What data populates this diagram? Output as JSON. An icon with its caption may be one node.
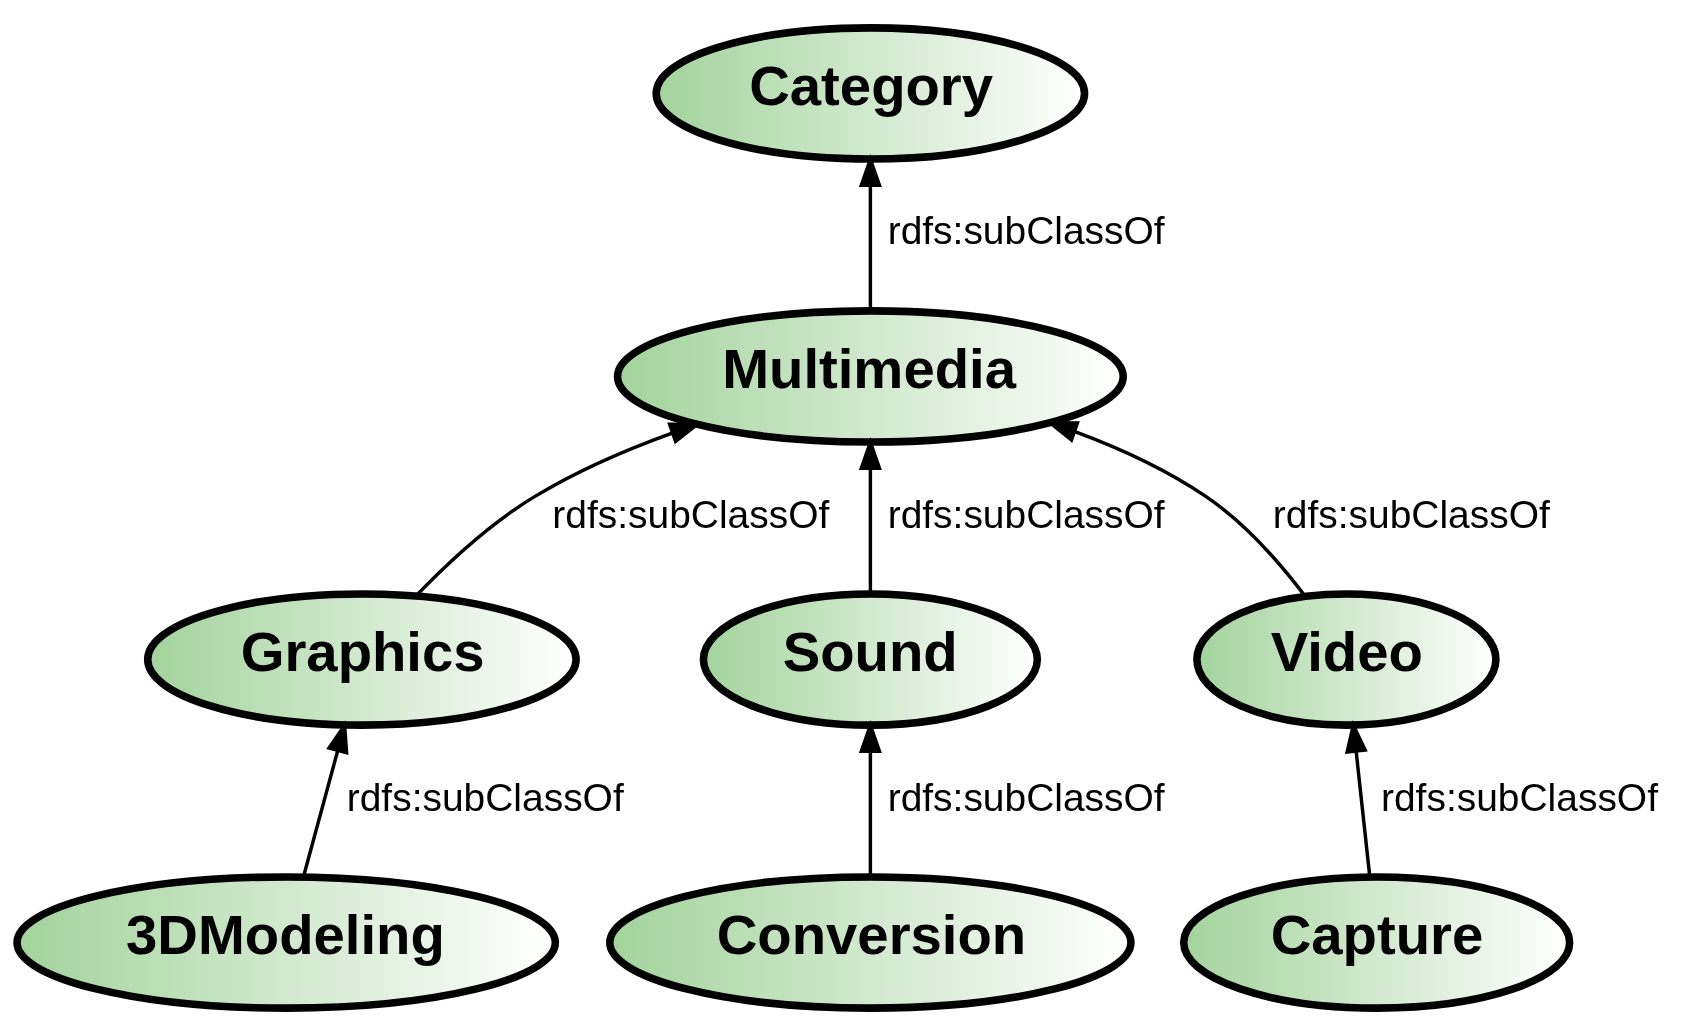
{
  "diagram": {
    "nodes": [
      {
        "text": [
          "Category"
        ]
      },
      {
        "text": [
          "Multimedia"
        ]
      },
      {
        "text": [
          "Graphics"
        ]
      },
      {
        "text": [
          "Sound"
        ]
      },
      {
        "text": [
          "Video"
        ]
      },
      {
        "text": [
          "3DModeling"
        ]
      },
      {
        "text": [
          "Conversion"
        ]
      },
      {
        "text": [
          "Capture"
        ]
      }
    ],
    "edges": [
      {
        "from": 1,
        "to": 0,
        "arrow": "to",
        "label": "rdfs:subClassOf"
      },
      {
        "from": 2,
        "to": 1,
        "arrow": "to",
        "label": "rdfs:subClassOf"
      },
      {
        "from": 3,
        "to": 1,
        "arrow": "to",
        "label": "rdfs:subClassOf"
      },
      {
        "from": 4,
        "to": 1,
        "arrow": "to",
        "label": "rdfs:subClassOf"
      },
      {
        "from": 5,
        "to": 2,
        "arrow": "to",
        "label": "rdfs:subClassOf"
      },
      {
        "from": 6,
        "to": 3,
        "arrow": "to",
        "label": "rdfs:subClassOf"
      },
      {
        "from": 7,
        "to": 4,
        "arrow": "to",
        "label": "rdfs:subClassOf"
      }
    ]
  }
}
